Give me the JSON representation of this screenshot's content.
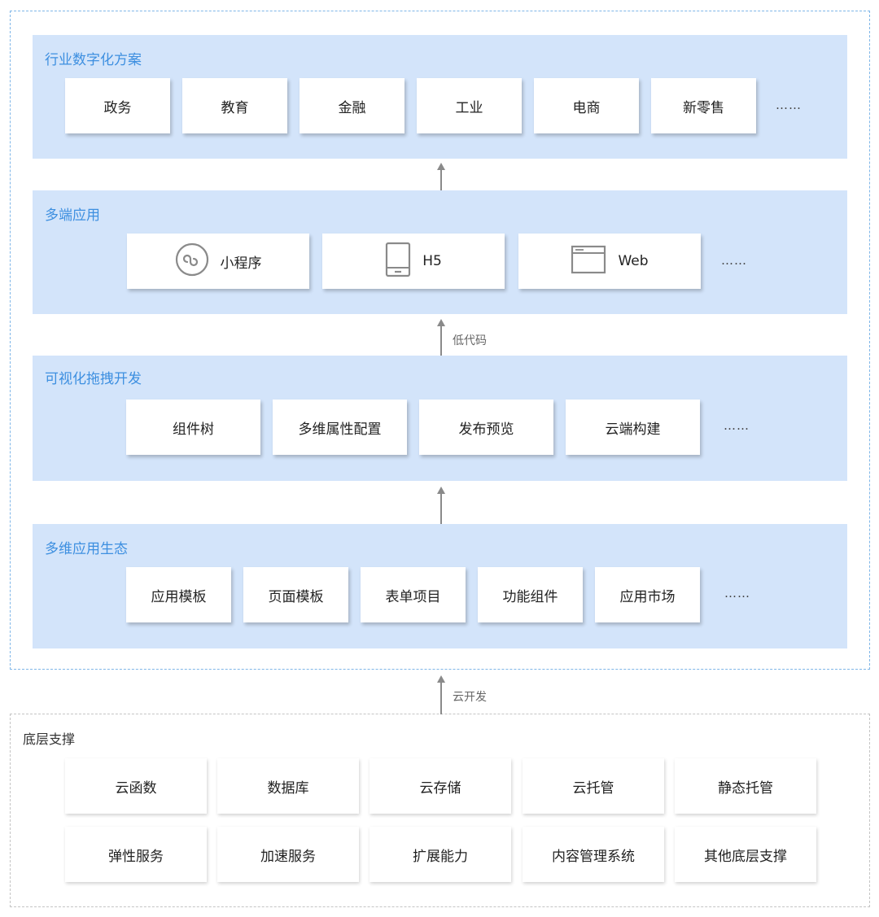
{
  "industry": {
    "title": "行业数字化方案",
    "items": [
      "政务",
      "教育",
      "金融",
      "工业",
      "电商",
      "新零售"
    ],
    "more": "……"
  },
  "multi_end": {
    "title": "多端应用",
    "items": [
      {
        "label": "小程序",
        "icon": "mini-program-icon"
      },
      {
        "label": "H5",
        "icon": "mobile-phone-icon"
      },
      {
        "label": "Web",
        "icon": "browser-window-icon"
      }
    ],
    "more": "……"
  },
  "visual_dev": {
    "title": "可视化拖拽开发",
    "items": [
      "组件树",
      "多维属性配置",
      "发布预览",
      "云端构建"
    ],
    "more": "……"
  },
  "ecosystem": {
    "title": "多维应用生态",
    "items": [
      "应用模板",
      "页面模板",
      "表单项目",
      "功能组件",
      "应用市场"
    ],
    "more": "……"
  },
  "arrows": {
    "low_code": "低代码",
    "cloud_dev": "云开发"
  },
  "base": {
    "title": "底层支撑",
    "row1": [
      "云函数",
      "数据库",
      "云存储",
      "云托管",
      "静态托管"
    ],
    "row2": [
      "弹性服务",
      "加速服务",
      "扩展能力",
      "内容管理系统",
      "其他底层支撑"
    ]
  },
  "colors": {
    "band_fill": "#d3e4fa",
    "title_blue": "#3d8fe0",
    "dashed_blue": "#7fb6e8",
    "dashed_gray": "#c4c4c4",
    "arrow_gray": "#8a8a8a"
  }
}
